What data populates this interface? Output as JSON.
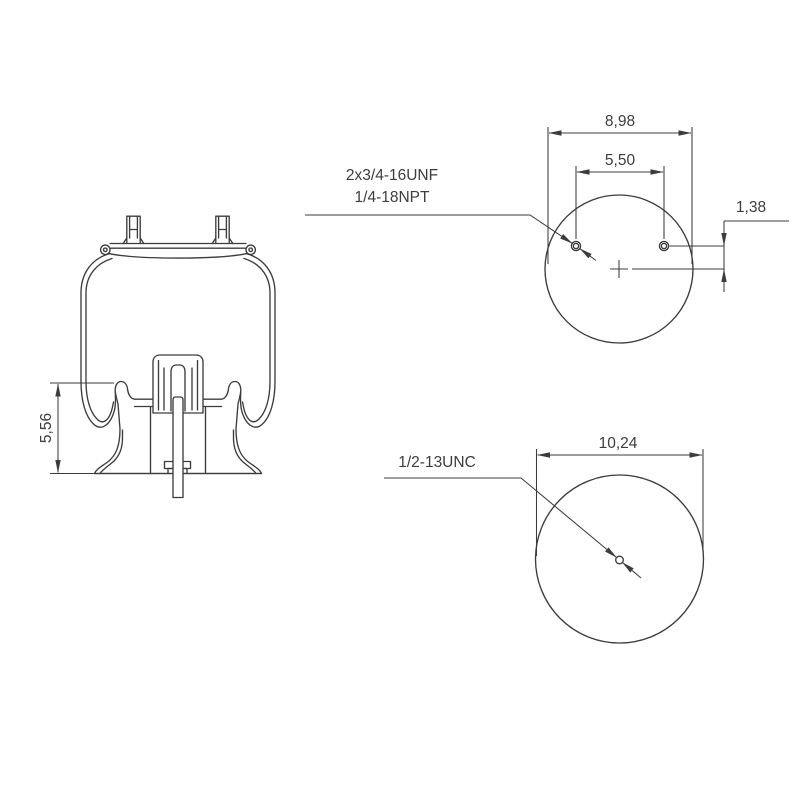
{
  "drawing": {
    "background": "#ffffff",
    "line_color": "#3c3c3c",
    "text_color": "#3d3d3d",
    "side_view": {
      "height_dim": "5,56"
    },
    "top_view": {
      "width_dim": "8,98",
      "hole_spacing_dim": "5,50",
      "hole_offset_dim": "1,38",
      "thread_callout_line1": "2x3/4-16UNF",
      "thread_callout_line2": "1/4-18NPT"
    },
    "bottom_view": {
      "diameter_dim": "10,24",
      "thread_callout": "1/2-13UNC"
    }
  }
}
